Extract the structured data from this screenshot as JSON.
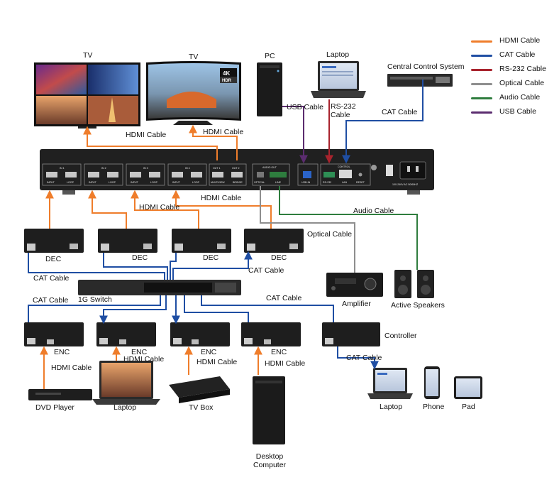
{
  "legend": [
    {
      "label": "HDMI Cable",
      "color": "#ef7d2b"
    },
    {
      "label": "CAT Cable",
      "color": "#1f4ea3"
    },
    {
      "label": "RS-232 Cable",
      "color": "#a8232d"
    },
    {
      "label": "Optical Cable",
      "color": "#8e8e8e"
    },
    {
      "label": "Audio Cable",
      "color": "#2f7d3e"
    },
    {
      "label": "USB Cable",
      "color": "#5b2c6f"
    }
  ],
  "devices": {
    "tv1": "TV",
    "tv2": "TV",
    "tv2_badge_top": "4K",
    "tv2_badge_bottom": "HDR",
    "pc": "PC",
    "laptop_top": "Laptop",
    "central_control": "Central Control System",
    "dec": "DEC",
    "switch": "1G Switch",
    "enc": "ENC",
    "controller": "Controller",
    "amplifier": "Amplifier",
    "speakers": "Active Speakers",
    "dvd": "DVD Player",
    "laptop_bottom": "Laptop",
    "tvbox": "TV Box",
    "desktop": "Desktop\nComputer",
    "laptop_app": "Laptop",
    "phone": "Phone",
    "pad": "Pad"
  },
  "cable_labels": {
    "hdmi": "HDMI Cable",
    "usb": "USB Cable",
    "rs232": "RS-232\nCable",
    "cat": "CAT Cable",
    "audio": "Audio Cable",
    "optical": "Optical Cable"
  },
  "matrix": {
    "inputs": [
      "IN 1",
      "IN 2",
      "IN 3",
      "IN 4"
    ],
    "input_port": "INPUT",
    "loop_port": "LOOP",
    "out1": "OUT 1",
    "out2": "OUT 2",
    "multiview": "MULTIVIEW",
    "bridge": "BRIDGE",
    "audio_out": "AUDIO OUT",
    "optical": "OPTICAL",
    "line": "LINE",
    "usb": "USB-IN",
    "control": "CONTROL",
    "rs232": "RS-232",
    "lan": "LAN",
    "reset": "RESET",
    "power": "100-240V AC 50/60HZ"
  }
}
